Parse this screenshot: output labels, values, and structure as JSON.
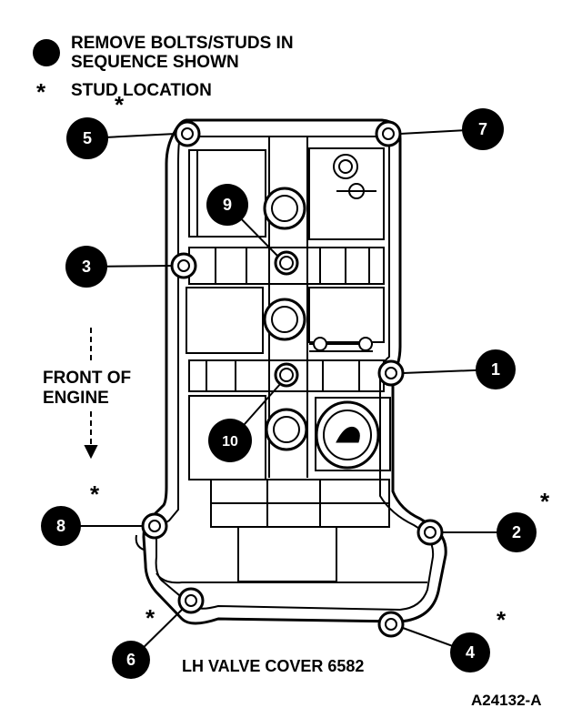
{
  "legend": {
    "bolt_marker": "black-circle-marker",
    "bolt_text_line1": "REMOVE BOLTS/STUDS IN",
    "bolt_text_line2": "SEQUENCE SHOWN",
    "stud_symbol": "*",
    "stud_text": "STUD LOCATION"
  },
  "front": {
    "line1": "FRONT OF",
    "line2": "ENGINE",
    "arrow_icon": "arrow-down-icon"
  },
  "callouts": [
    {
      "number": "1",
      "stud": false
    },
    {
      "number": "2",
      "stud": true
    },
    {
      "number": "3",
      "stud": false
    },
    {
      "number": "4",
      "stud": true
    },
    {
      "number": "5",
      "stud": true
    },
    {
      "number": "6",
      "stud": true
    },
    {
      "number": "7",
      "stud": false
    },
    {
      "number": "8",
      "stud": true
    },
    {
      "number": "9",
      "stud": false
    },
    {
      "number": "10",
      "stud": false
    }
  ],
  "caption": "LH VALVE COVER 6582",
  "figure_id": "A24132-A",
  "colors": {
    "ink": "#000000",
    "paper": "#ffffff"
  }
}
